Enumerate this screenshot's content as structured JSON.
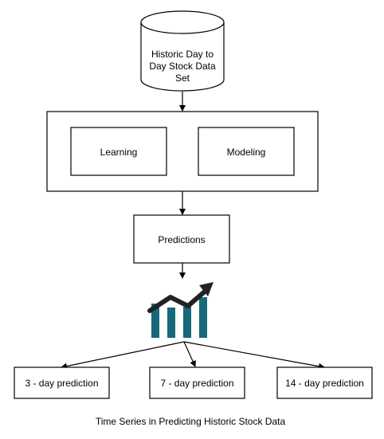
{
  "database": {
    "label_lines": [
      "Historic Day to",
      "Day Stock Data",
      "Set"
    ]
  },
  "process_group": {
    "learning_label": "Learning",
    "modeling_label": "Modeling"
  },
  "predictions_label": "Predictions",
  "chart_icon": {
    "icon_name": "trending-up-chart-icon",
    "bar_color": "#17687a",
    "arrow_color": "#222222"
  },
  "outputs": [
    {
      "label": "3 - day prediction"
    },
    {
      "label": "7 - day prediction"
    },
    {
      "label": "14 - day prediction"
    }
  ],
  "caption": "Time Series in Predicting Historic Stock Data"
}
